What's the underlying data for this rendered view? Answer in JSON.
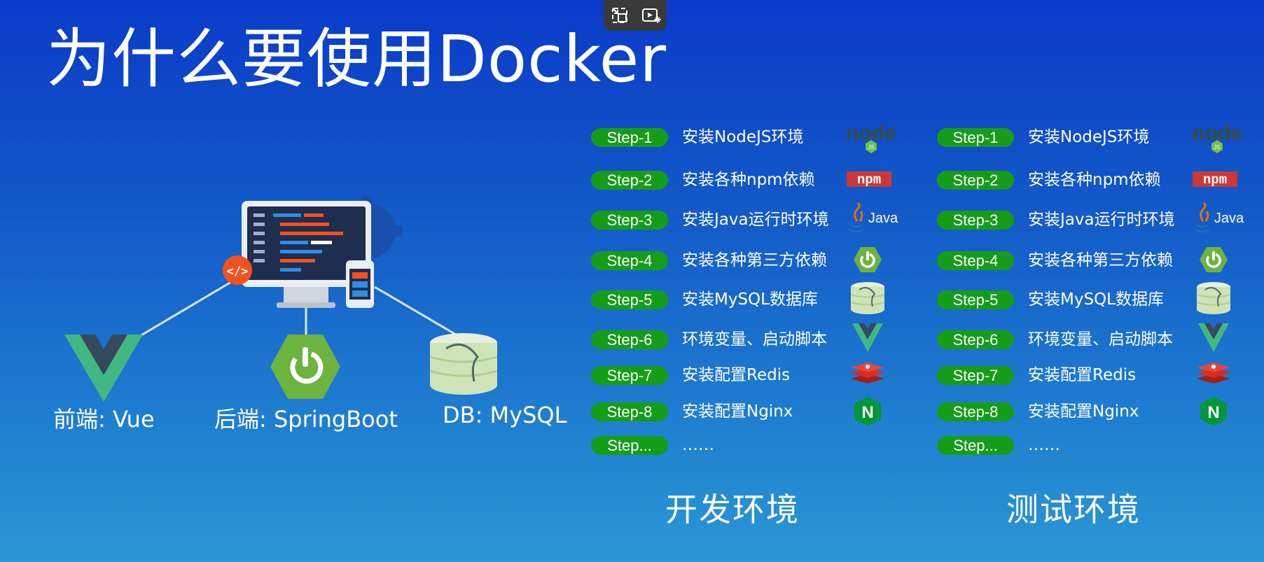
{
  "slide": {
    "title": "为什么要使用Docker",
    "background": [
      "#0a3bc9",
      "#2a98d4"
    ]
  },
  "video_controls": {
    "buttons": [
      {
        "icon": "exit-fullscreen-icon"
      },
      {
        "icon": "picture-in-picture-icon"
      }
    ]
  },
  "architecture": {
    "frontend_label": "前端: Vue",
    "backend_label": "后端: SpringBoot",
    "db_label": "DB: MySQL",
    "code_badge": "</>"
  },
  "steps": [
    {
      "badge": "Step-1",
      "text": "安装NodeJS环境",
      "icon": "nodejs-logo-icon"
    },
    {
      "badge": "Step-2",
      "text": "安装各种npm依赖",
      "icon": "npm-logo-icon"
    },
    {
      "badge": "Step-3",
      "text": "安装Java运行时环境",
      "icon": "java-logo-icon"
    },
    {
      "badge": "Step-4",
      "text": "安装各种第三方依赖",
      "icon": "spring-logo-icon"
    },
    {
      "badge": "Step-5",
      "text": "安装MySQL数据库",
      "icon": "mysql-logo-icon"
    },
    {
      "badge": "Step-6",
      "text": "环境变量、启动脚本",
      "icon": "vue-logo-icon"
    },
    {
      "badge": "Step-7",
      "text": "安装配置Redis",
      "icon": "redis-logo-icon"
    },
    {
      "badge": "Step-8",
      "text": "安装配置Nginx",
      "icon": "nginx-logo-icon"
    },
    {
      "badge": "Step...",
      "text": "……",
      "icon": ""
    }
  ],
  "logo_text": {
    "node": "node",
    "js": "JS",
    "npm": "npm",
    "java": "Java",
    "nginx": "N"
  },
  "environments": {
    "dev_label": "开发环境",
    "test_label": "测试环境"
  },
  "colors": {
    "step_badge": "#159d1a",
    "vue_green": "#41b883",
    "vue_dark": "#35495e",
    "spring_green": "#6db33f",
    "npm_red": "#cb3837",
    "redis_red": "#d82c20",
    "nginx_green": "#009639",
    "code_badge_orange": "#f4511e"
  }
}
